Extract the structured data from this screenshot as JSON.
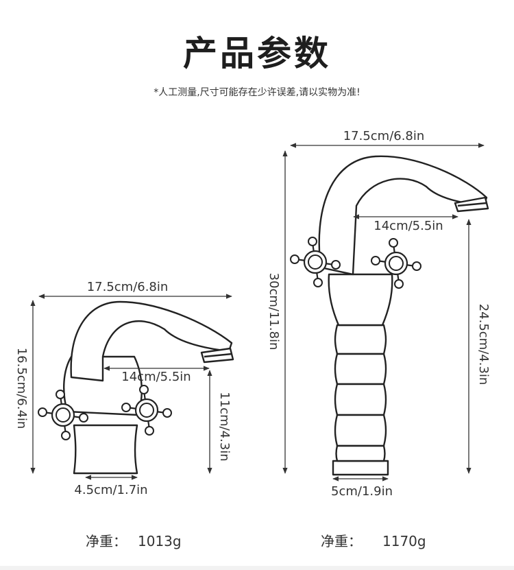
{
  "header": {
    "title": "产品参数",
    "note": "*人工测量,尺寸可能存在少许误差,请以实物为准!"
  },
  "left_faucet": {
    "width_label": "17.5cm/6.8in",
    "height_label": "16.5cm/6.4in",
    "reach_label": "14cm/5.5in",
    "spout_height_label": "11cm/4.3in",
    "base_label": "4.5cm/1.7in",
    "weight_label": "净重：",
    "weight_value": "1013g"
  },
  "right_faucet": {
    "width_label": "17.5cm/6.8in",
    "height_label": "30cm/11.8in",
    "reach_label": "14cm/5.5in",
    "spout_height_label": "24.5cm/4.3in",
    "base_label": "5cm/1.9in",
    "weight_label": "净重：",
    "weight_value": "1170g"
  }
}
